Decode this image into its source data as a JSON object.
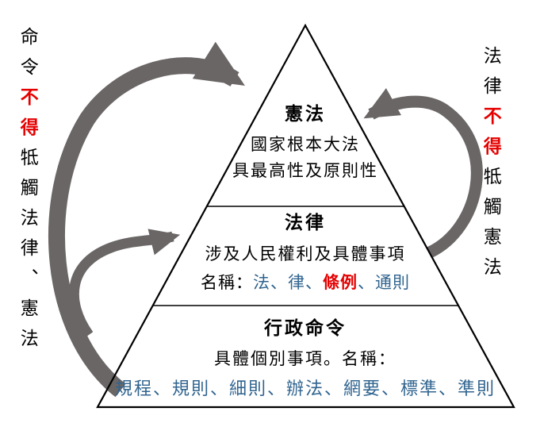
{
  "diagram": {
    "description": "legal-hierarchy-pyramid",
    "pyramid": {
      "levels": [
        {
          "name": "憲法",
          "line1": "國家根本大法",
          "line2": "具最高性及原則性"
        },
        {
          "name": "法律",
          "line1": "涉及人民權利及具體事項",
          "naming": {
            "label": "名稱：",
            "blue1": "法、律、",
            "red": "條例",
            "blue2": "、通則"
          }
        },
        {
          "name": "行政命令",
          "line1": "具體個別事項。名稱：",
          "items": "規程、規則、細則、辦法、網要、標準、準則"
        }
      ]
    },
    "left_note": {
      "before": "命令",
      "forbidden": "不得",
      "after": "牴觸法律、憲法"
    },
    "right_note": {
      "before": "法律",
      "forbidden": "不得",
      "after": "牴觸憲法"
    },
    "arrows": [
      {
        "name": "orders-to-constitution-arrow",
        "meaning": "命令不得牴觸憲法"
      },
      {
        "name": "orders-to-law-arrow",
        "meaning": "命令不得牴觸法律"
      },
      {
        "name": "law-to-constitution-arrow",
        "meaning": "法律不得牴觸憲法"
      }
    ],
    "colors": {
      "arrow_gray": "#6b6666",
      "term_blue": "#30648f",
      "emphasis_red": "#e50000",
      "outline_black": "#000000",
      "background": "#ffffff"
    }
  }
}
